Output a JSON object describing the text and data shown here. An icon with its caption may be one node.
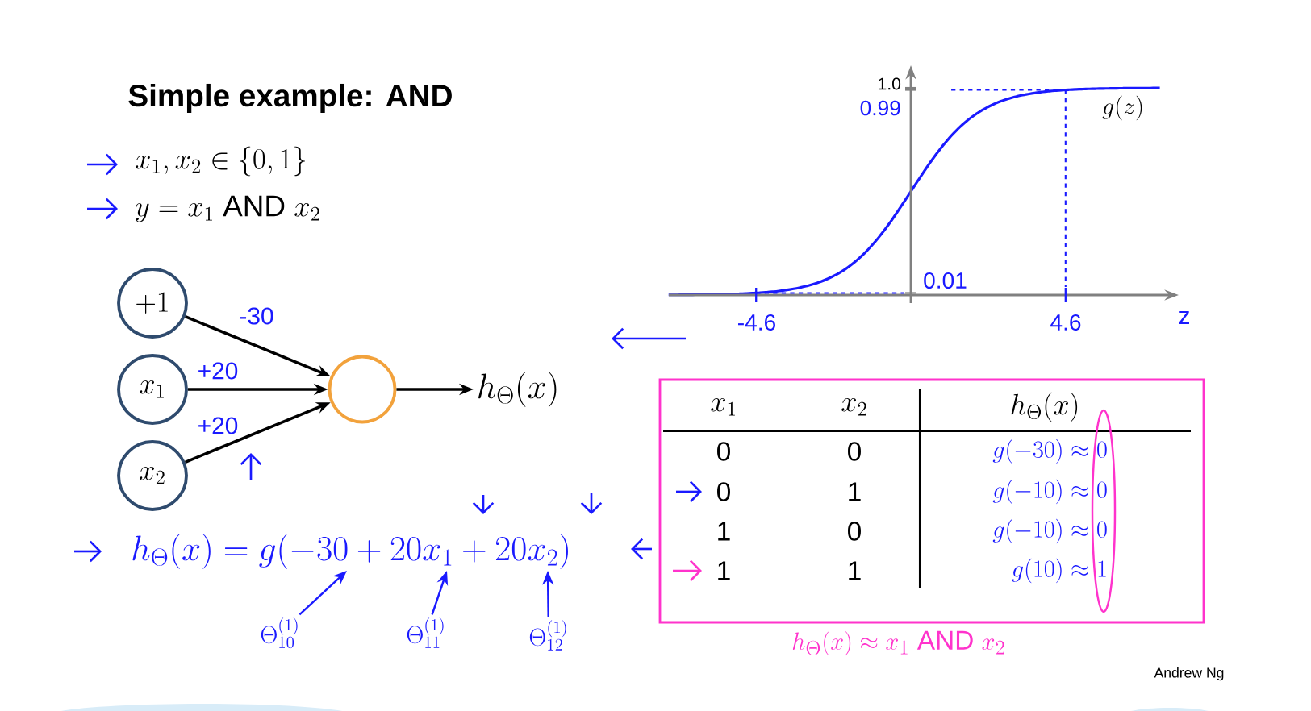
{
  "diagram": {
    "title": "Simple example: AND",
    "nodes": [
      {
        "text": [
          "+1"
        ]
      },
      {
        "text": [
          "x_1"
        ]
      },
      {
        "text": [
          "x_2"
        ]
      },
      {
        "text": [],
        "shape": "circle"
      },
      {
        "text": [
          "h_\\Theta(x)"
        ]
      },
      {
        "text": [
          "\\Theta^{(1)}_{10}"
        ]
      },
      {
        "text": [
          "\\Theta^{(1)}_{11}"
        ]
      },
      {
        "text": [
          "\\Theta^{(1)}_{12}"
        ]
      },
      {
        "text": [
          "h_\\Theta(x) = g(-30 + 20x_1 + 20x_2)"
        ]
      }
    ],
    "edges": [
      {
        "from": 0,
        "to": 3,
        "arrow": "to",
        "label": "-30"
      },
      {
        "from": 1,
        "to": 3,
        "arrow": "to",
        "label": "+20"
      },
      {
        "from": 2,
        "to": 3,
        "arrow": "to",
        "label": "+20"
      },
      {
        "from": 3,
        "to": 4,
        "arrow": "to"
      },
      {
        "from": 5,
        "to": 8,
        "arrow": "to",
        "color": "#1a1aff"
      },
      {
        "from": 6,
        "to": 8,
        "arrow": "to",
        "color": "#1a1aff"
      },
      {
        "from": 7,
        "to": 8,
        "arrow": "to",
        "color": "#1a1aff"
      }
    ],
    "labels": [
      "x_1, x_2 \\in \\{0,1\\}",
      "y = x_1\\ \\mathrm{AND}\\ x_2",
      "x_1",
      "x_2",
      "h_\\Theta(x)",
      "0",
      "0",
      "g(-30) \\approx 0",
      "0",
      "1",
      "g(-10) \\approx 0",
      "1",
      "0",
      "g(-10) \\approx 0",
      "1",
      "1",
      "g(10) \\approx 1",
      "h_\\Theta(x) \\approx x_1\\ \\mathrm{AND}\\ x_2",
      "Andrew Ng",
      "1.0",
      "0.99",
      "0.01",
      "-4.6",
      "4.6",
      "z",
      "g(z)"
    ]
  }
}
